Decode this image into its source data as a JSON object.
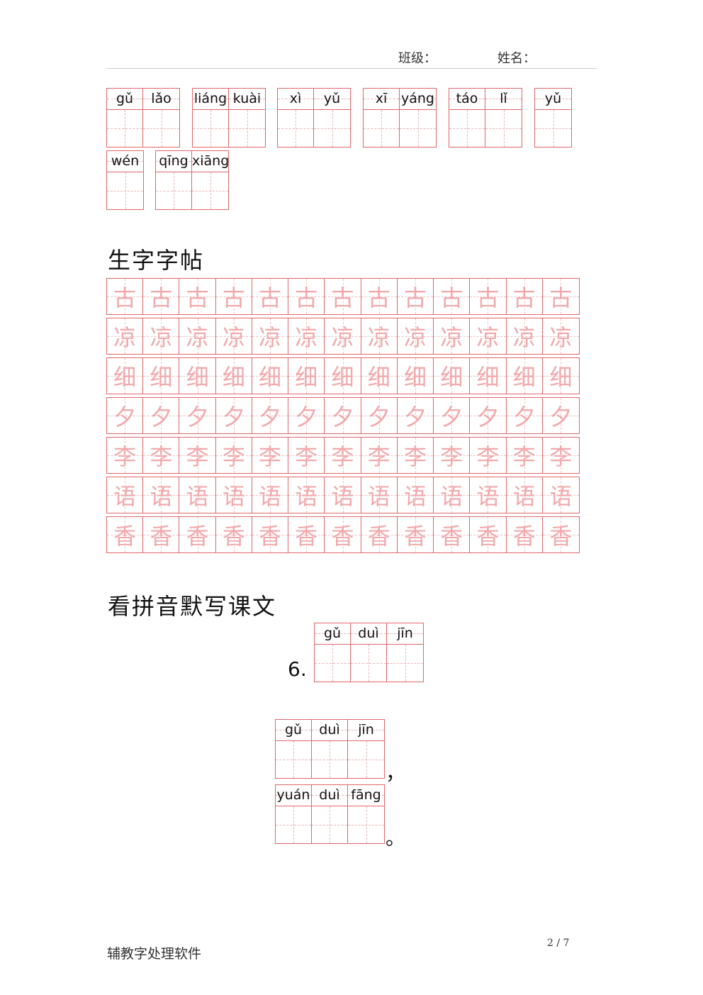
{
  "header": {
    "class_label": "班级：",
    "name_label": "姓名："
  },
  "words": [
    [
      "gǔ",
      "lǎo"
    ],
    [
      "liáng",
      "kuài"
    ],
    [
      "xì",
      "yǔ"
    ],
    [
      "xī",
      "yáng"
    ],
    [
      "táo",
      "lǐ"
    ],
    [
      "yǔ"
    ],
    [
      "wén"
    ],
    [
      "qīng",
      "xiāng"
    ]
  ],
  "section1": {
    "title": "生字字帖"
  },
  "practice_chars": [
    "古",
    "凉",
    "细",
    "夕",
    "李",
    "语",
    "香"
  ],
  "section2": {
    "title": "看拼音默写课文"
  },
  "dictation": {
    "number": "6.",
    "line1": [
      "gǔ",
      "duì",
      "jīn"
    ],
    "line2": [
      "gǔ",
      "duì",
      "jīn"
    ],
    "line2_punct": "，",
    "line3": [
      "yuán",
      "duì",
      "fāng"
    ],
    "line3_punct": "。"
  },
  "footer": {
    "left": "辅教字处理软件",
    "page": "2 / 7"
  }
}
